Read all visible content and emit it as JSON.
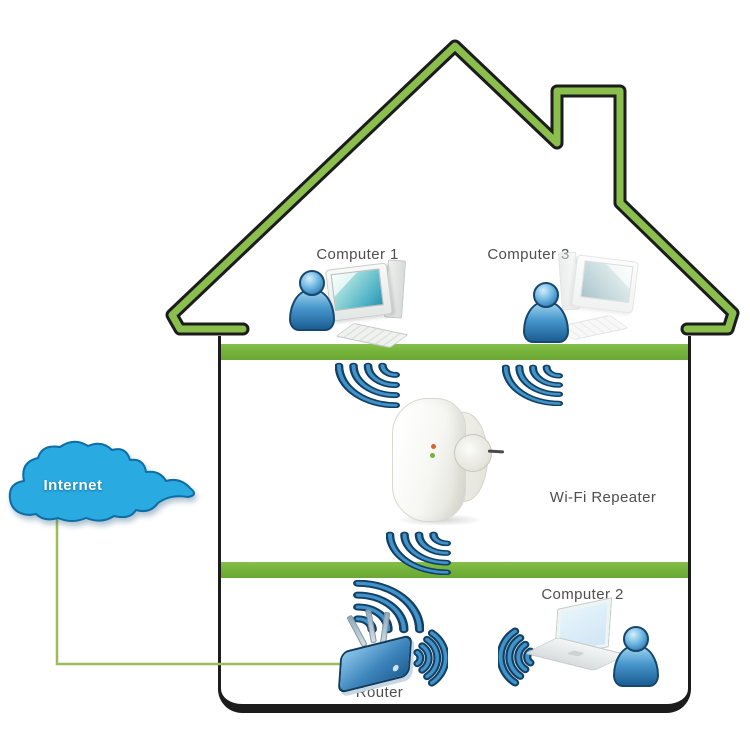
{
  "diagram_type": "wifi-repeater-home-network",
  "labels": {
    "computer1": "Computer 1",
    "computer3": "Computer 3",
    "computer2": "Computer 2",
    "router": "Router",
    "repeater": "Wi-Fi Repeater",
    "internet": "Internet"
  },
  "colors": {
    "roof_green": "#8abf4e",
    "floor_green": "#76b43c",
    "outline_dark": "#1c1c1c",
    "wifi_blue_light": "#3f93c9",
    "wifi_blue_dark": "#123f63",
    "cloud_blue": "#29aae1",
    "cloud_outline": "#0e6da5",
    "person_blue": "#2a74ac",
    "router_blue": "#2d7cb8",
    "connector_olive": "#a0bc5a",
    "label_gray": "#4f4f4f"
  },
  "icons": {
    "wifi_signal": "concentric-quarter-arcs",
    "person": "blue-user-silhouette",
    "desktop_computer": "monitor-keyboard-tower",
    "laptop": "open-laptop",
    "router": "blue-box-three-antennas",
    "repeater": "white-wall-plug-device",
    "cloud": "internet-cloud"
  }
}
